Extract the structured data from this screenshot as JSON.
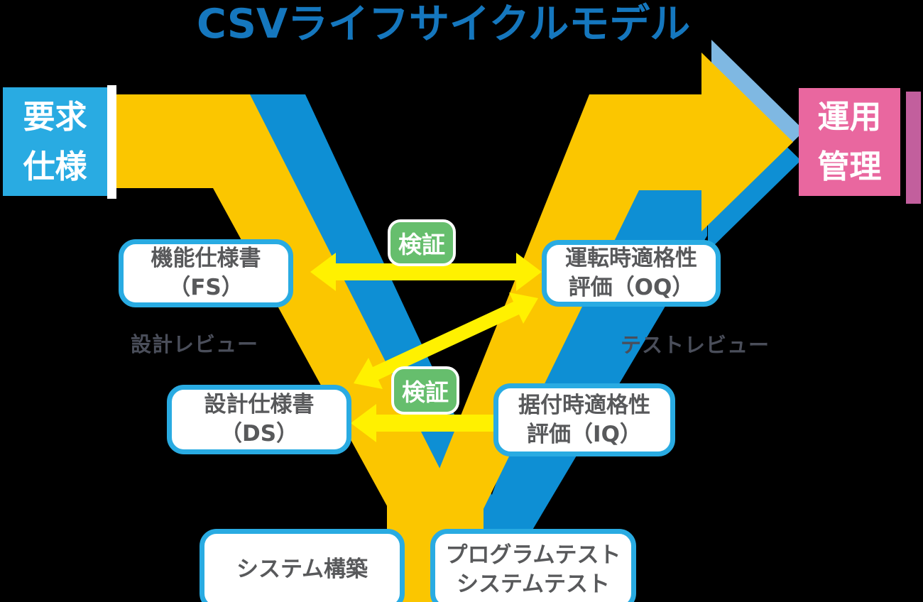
{
  "title": "CSVライフサイクルモデル",
  "endpoints": {
    "start": {
      "lines": [
        "要求",
        "仕様"
      ],
      "color": "#29ABE2"
    },
    "end": {
      "lines": [
        "運用",
        "管理"
      ],
      "color": "#E9679F",
      "side_bar_color": "#C25F9D"
    }
  },
  "stages": [
    {
      "id": "fs",
      "lines": [
        "機能仕様書",
        "（FS）"
      ]
    },
    {
      "id": "oq",
      "lines": [
        "運転時適格性",
        "評価（OQ）"
      ]
    },
    {
      "id": "ds",
      "lines": [
        "設計仕様書",
        "（DS）"
      ]
    },
    {
      "id": "iq",
      "lines": [
        "据付時適格性",
        "評価（IQ）"
      ]
    },
    {
      "id": "build",
      "lines": [
        "システム構築"
      ]
    },
    {
      "id": "test",
      "lines": [
        "プログラムテスト",
        "システムテスト"
      ]
    }
  ],
  "verification_badges": [
    {
      "label": "検証"
    },
    {
      "label": "検証"
    }
  ],
  "review_labels": {
    "left": "設計レビュー",
    "right": "テストレビュー"
  },
  "relations": [
    {
      "from": "機能仕様書（FS）",
      "to": "運転時適格性評価（OQ）",
      "type": "bidirectional",
      "badge": "検証"
    },
    {
      "from": "設計仕様書（DS）",
      "to": "運転時適格性評価（OQ）",
      "type": "bidirectional"
    },
    {
      "from": "設計仕様書（DS）",
      "to": "据付時適格性評価（IQ）",
      "type": "bidirectional",
      "badge": "検証"
    }
  ],
  "colors": {
    "background": "#000000",
    "title_blue": "#1577BE",
    "v_band_yellow": "#FBC600",
    "flow_arrow_yellow": "#FFF100",
    "v_band_blue": "#0E8FD4",
    "arrowhead_bevel_light_blue": "#7FB8E2",
    "stage_border_blue": "#29ABE2",
    "stage_text_gray": "#58595B",
    "badge_green": "#66BE6D",
    "review_text": "#4A4E5A"
  }
}
